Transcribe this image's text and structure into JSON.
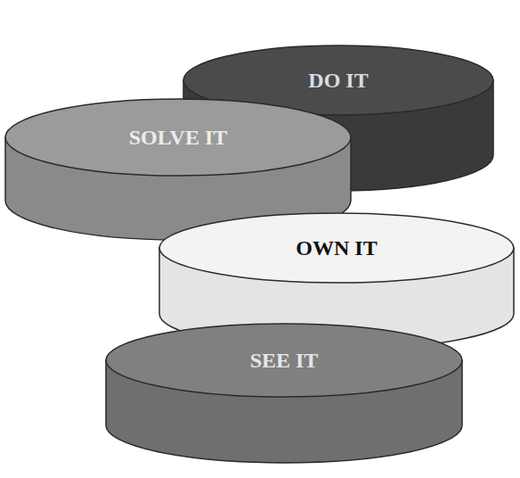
{
  "diagram": {
    "nodes": [
      {
        "text": [
          "DO IT"
        ]
      },
      {
        "text": [
          "SOLVE IT"
        ]
      },
      {
        "text": [
          "OWN IT"
        ]
      },
      {
        "text": [
          "SEE IT"
        ]
      }
    ]
  }
}
